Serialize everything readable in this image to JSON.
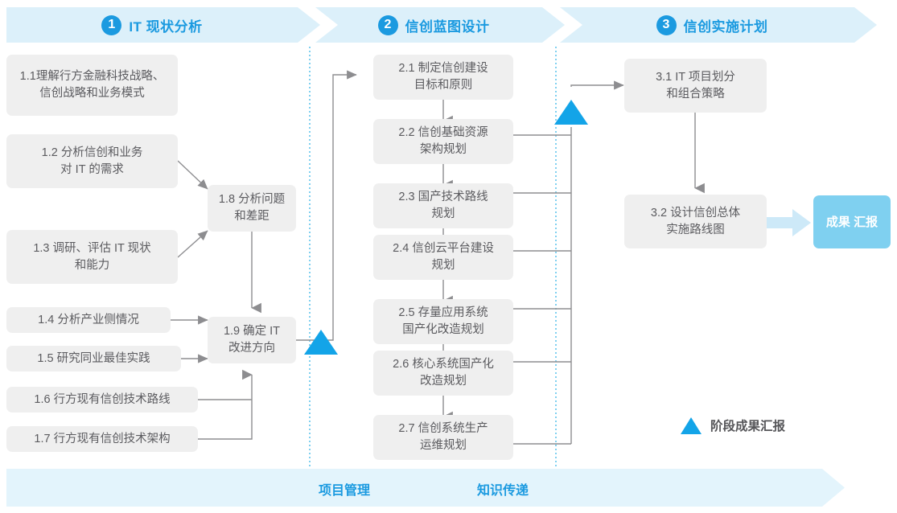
{
  "header": {
    "phases": [
      {
        "num": "1",
        "label": "IT 现状分析"
      },
      {
        "num": "2",
        "label": "信创蓝图设计"
      },
      {
        "num": "3",
        "label": "信创实施计划"
      }
    ]
  },
  "phase1": {
    "boxes": [
      {
        "id": "1.1",
        "line1": "1.1理解行方金融科技战略、",
        "line2": "信创战略和业务模式"
      },
      {
        "id": "1.2",
        "line1": "1.2 分析信创和业务",
        "line2": "对 IT 的需求"
      },
      {
        "id": "1.3",
        "line1": "1.3 调研、评估 IT 现状",
        "line2": "和能力"
      },
      {
        "id": "1.4",
        "line1": "1.4 分析产业侧情况",
        "line2": ""
      },
      {
        "id": "1.5",
        "line1": "1.5 研究同业最佳实践",
        "line2": ""
      },
      {
        "id": "1.6",
        "line1": "1.6 行方现有信创技术路线",
        "line2": ""
      },
      {
        "id": "1.7",
        "line1": "1.7 行方现有信创技术架构",
        "line2": ""
      },
      {
        "id": "1.8",
        "line1": "1.8 分析问题",
        "line2": "和差距"
      },
      {
        "id": "1.9",
        "line1": "1.9 确定 IT",
        "line2": "改进方向"
      }
    ]
  },
  "phase2": {
    "boxes": [
      {
        "id": "2.1",
        "line1": "2.1 制定信创建设",
        "line2": "目标和原则"
      },
      {
        "id": "2.2",
        "line1": "2.2 信创基础资源",
        "line2": "架构规划"
      },
      {
        "id": "2.3",
        "line1": "2.3 国产技术路线",
        "line2": "规划"
      },
      {
        "id": "2.4",
        "line1": "2.4 信创云平台建设",
        "line2": "规划"
      },
      {
        "id": "2.5",
        "line1": "2.5 存量应用系统",
        "line2": "国产化改造规划"
      },
      {
        "id": "2.6",
        "line1": "2.6 核心系统国产化",
        "line2": "改造规划"
      },
      {
        "id": "2.7",
        "line1": "2.7 信创系统生产",
        "line2": "运维规划"
      }
    ]
  },
  "phase3": {
    "boxes": [
      {
        "id": "3.1",
        "line1": "3.1 IT 项目划分",
        "line2": "和组合策略"
      },
      {
        "id": "3.2",
        "line1": "3.2 设计信创总体",
        "line2": "实施路线图"
      }
    ],
    "result": {
      "line1": "成果",
      "line2": "汇报"
    }
  },
  "legend": {
    "label": "阶段成果汇报"
  },
  "bottom": {
    "labels": [
      {
        "text": "项目管理"
      },
      {
        "text": "知识传递"
      }
    ]
  },
  "colors": {
    "accent": "#1b9ae0",
    "triangle": "#13a4e8",
    "band": "#e3f4fc",
    "phase_bg": "#dcf0fa",
    "box_bg": "#efefef",
    "result_bg": "#7fd0f0",
    "connector": "#8d8d90",
    "dotted": "#3bb7e8"
  }
}
